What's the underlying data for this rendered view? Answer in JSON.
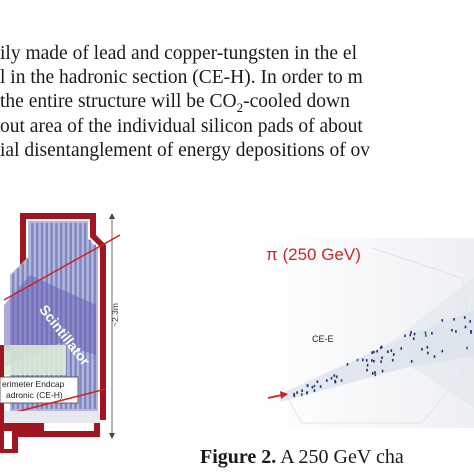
{
  "text_lines": [
    "ily made of lead and copper-tungsten in the el",
    "l in the hadronic section (CE-H). In order to m",
    "the entire structure will be CO",
    "-cooled down",
    "out area of the individual silicon pads of about",
    "ial disentanglement of energy depositions of ov"
  ],
  "co2_subscript": "2",
  "left_figure": {
    "scintillator_label": "Scintillator",
    "height_label": "~2.3m",
    "box_line1": "erimeter Endcap",
    "box_line2": "adronic (CE-H)"
  },
  "right_figure": {
    "title": "π (250 GeV)",
    "section_label": "CE-E"
  },
  "caption": {
    "label": "Figure 2.",
    "text": "A 250 GeV cha"
  },
  "colors": {
    "frame_red": "#a01620",
    "layer_blue": "#8f95c8",
    "scintillator_purple": "#5a55a8",
    "arrow_red": "#d32020",
    "hit_navy": "#1f2c6c",
    "title_red": "#c8282e"
  }
}
